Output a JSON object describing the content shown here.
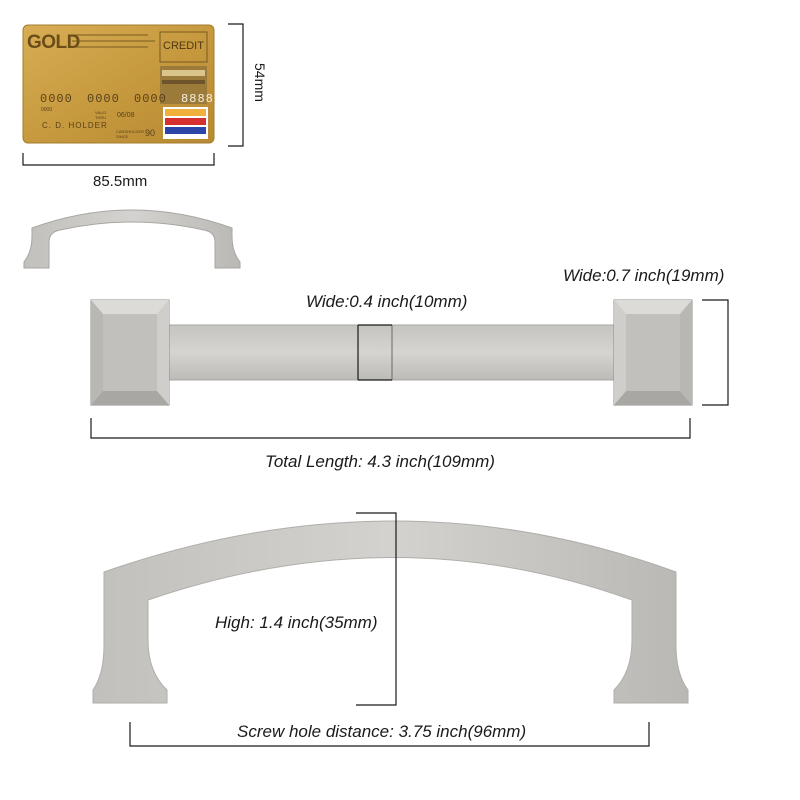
{
  "card": {
    "brand": "GOLD",
    "type_label": "CREDIT",
    "number": [
      "0000",
      "0000",
      "0000",
      "8888"
    ],
    "small_code": "0000",
    "valid_label": "VALID THRU",
    "valid_date": "06/08",
    "cardholder_name": "C. D. HOLDER",
    "member_since_label": "CARDHOLDER SINCE",
    "member_since": "90",
    "stripe_colors": [
      "#f0b13c",
      "#d62f2f",
      "#2b46a8"
    ]
  },
  "dimensions": {
    "card_height": "54mm",
    "card_width": "85.5mm",
    "base_width": "Wide:0.7 inch(19mm)",
    "bar_width": "Wide:0.4 inch(10mm)",
    "total_length": "Total Length: 4.3 inch(109mm)",
    "height": "High: 1.4 inch(35mm)",
    "screw_distance": "Screw hole distance: 3.75 inch(96mm)"
  },
  "colors": {
    "metal_light": "#d8d6d2",
    "metal_mid": "#bcbab6",
    "metal_dark": "#9c9a96",
    "card_gold": "#c99a3f",
    "line": "#1a1a1a"
  }
}
